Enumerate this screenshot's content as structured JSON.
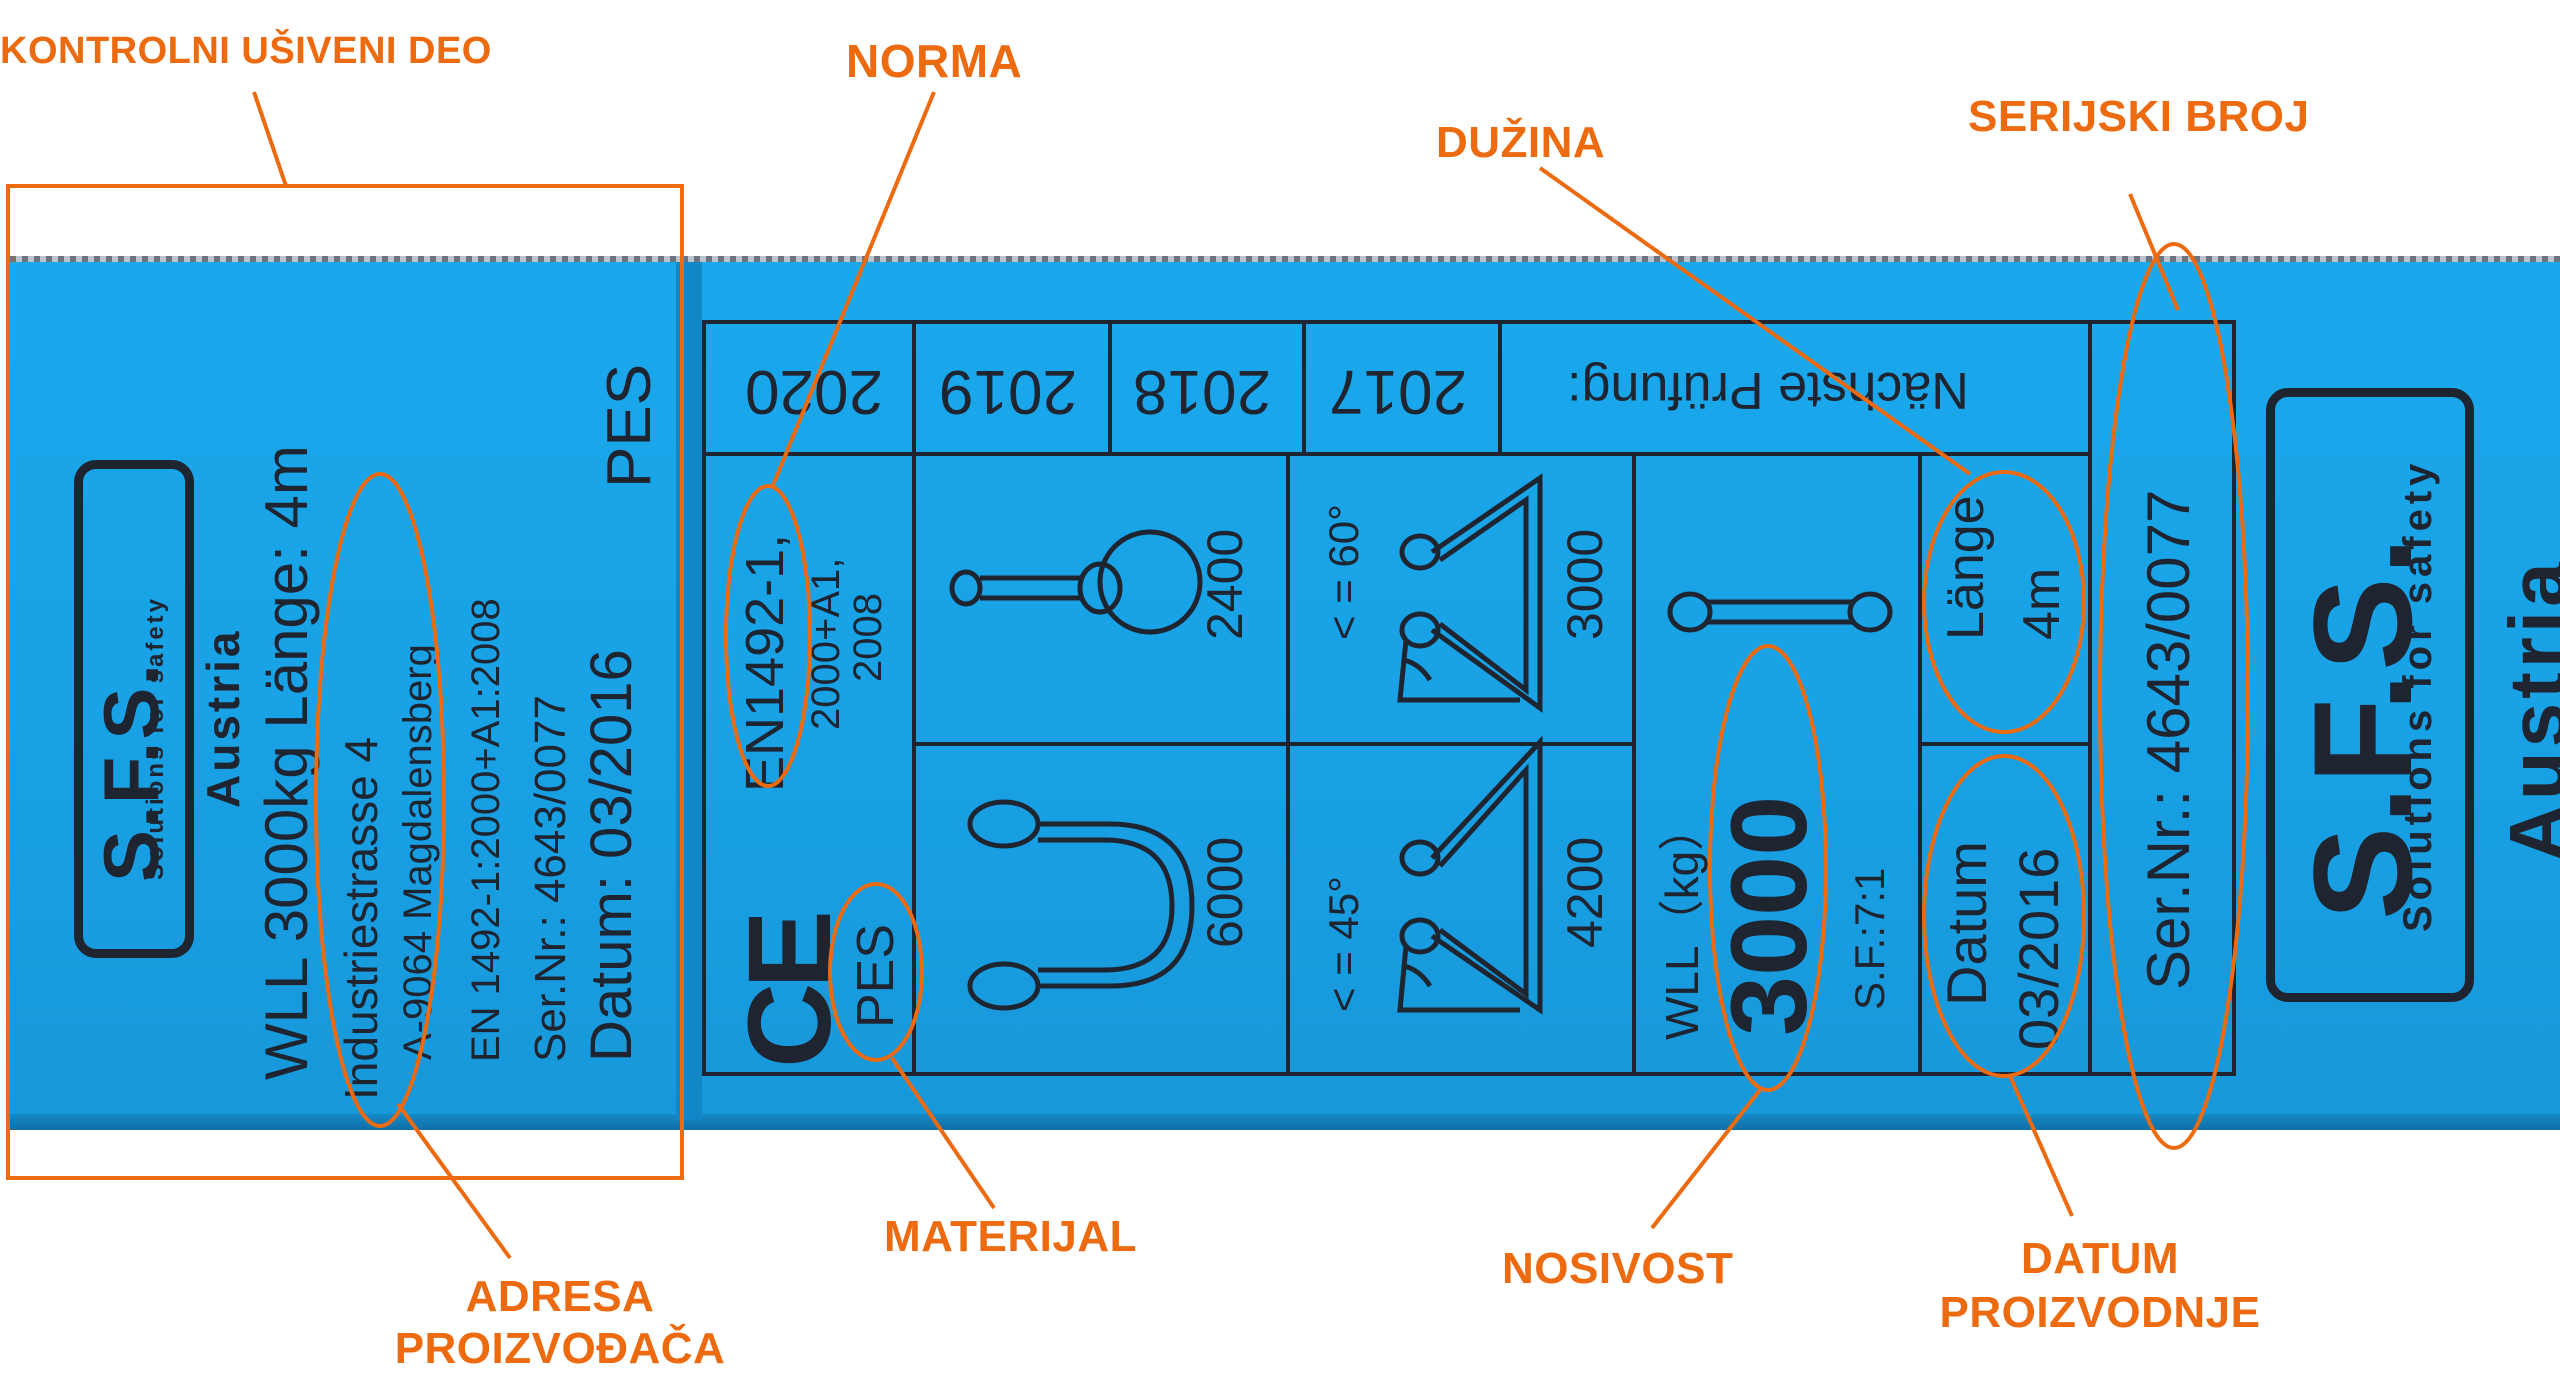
{
  "labels": {
    "kontrolni": "KONTROLNI UŠIVENI DEO",
    "norma": "NORMA",
    "duzina": "DUŽINA",
    "serijski": "SERIJSKI BROJ",
    "adresa_line1": "ADRESA",
    "adresa_line2": "PROIZVOĐAČA",
    "materijal": "MATERIJAL",
    "nosivost": "NOSIVOST",
    "datum_line1": "DATUM",
    "datum_line2": "PROIZVODNJE"
  },
  "left_tag": {
    "logo": "S.F.S.",
    "logo_tagline": "Solutions for safety",
    "country": "Austria",
    "wll_line": "WLL 3000kg  Länge: 4m",
    "address_street": "Industriestrasse 4",
    "address_city": "A-9064 Magdalensberg",
    "norm_line": "EN 1492-1:2000+A1:2008",
    "serial_line": "Ser.Nr.: 4643/0077",
    "date_line": "Datum: 03/2016",
    "material": "PES"
  },
  "table": {
    "inspection_years": [
      "2020",
      "2019",
      "2018",
      "2017"
    ],
    "inspection_label": "Nächste Prüfung:",
    "norm_top": "EN1492-1,",
    "norm_bottom_1": "2000+A1,",
    "norm_bottom_2": "2008",
    "ce_mark": "CE",
    "material": "PES",
    "choke_load": "2400",
    "basket_load": "6000",
    "angle60_label": "< = 60°",
    "angle60_load": "3000",
    "angle45_label": "< = 45°",
    "angle45_load": "4200",
    "straight_load_label": "WLL（kg）",
    "straight_load_value": "3000",
    "safety_factor": "S.F.:7:1",
    "length_label": "Länge",
    "length_value": "4m",
    "date_label": "Datum",
    "date_value": "03/2016",
    "serial": "Ser.Nr.: 4643/0077"
  },
  "right_tag": {
    "logo": "S.F.S.",
    "logo_tagline": "Solutions for safety",
    "country": "Austria"
  },
  "colors": {
    "strap": "#19a2e6",
    "annotation": "#ec6a10",
    "ink": "#1e2430"
  }
}
